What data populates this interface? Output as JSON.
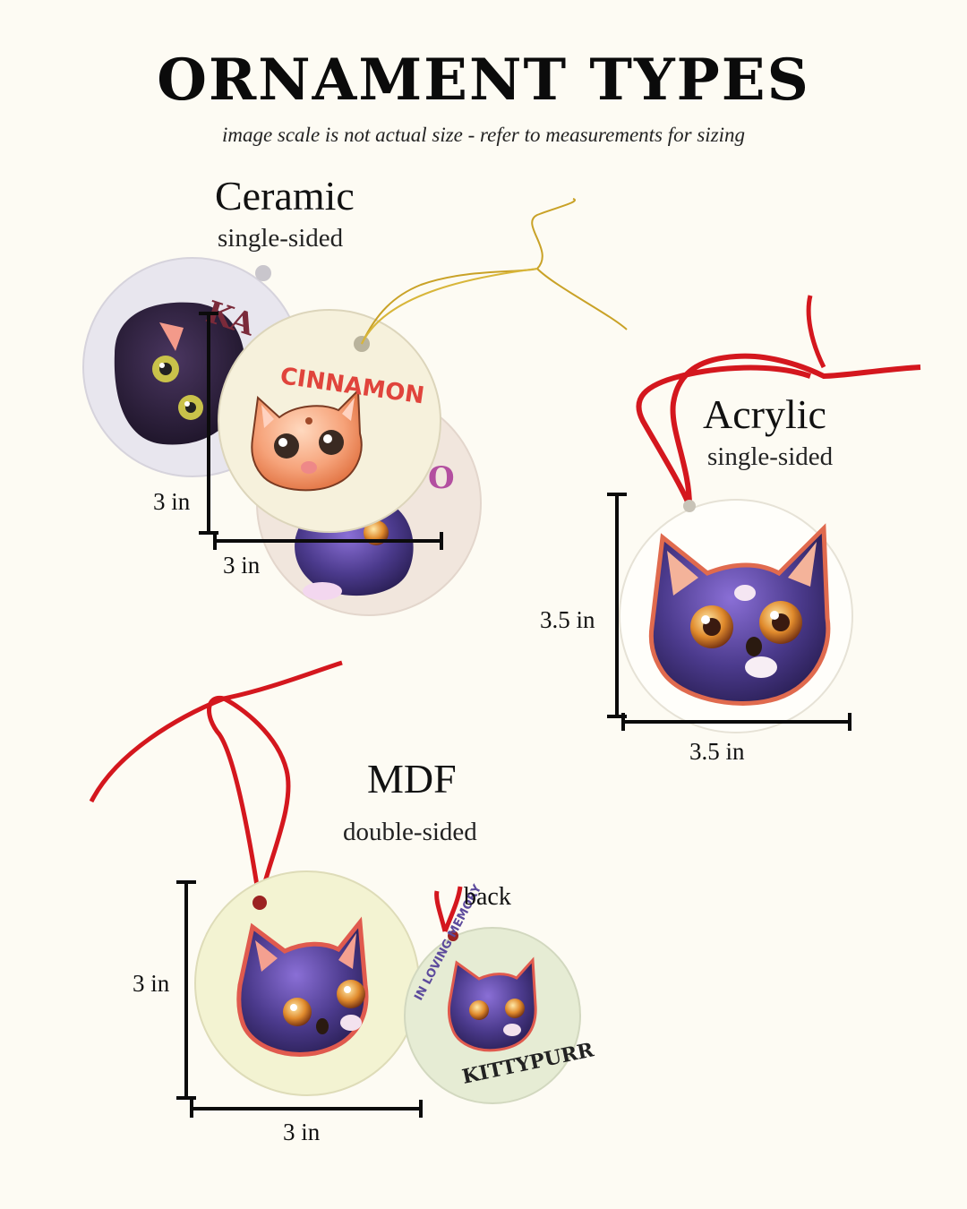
{
  "header": {
    "title": "ORNAMENT TYPES",
    "subtitle": "image scale is not actual size - refer to measurements for sizing"
  },
  "ceramic": {
    "name": "Ceramic",
    "sides": "single-sided",
    "height_label": "3 in",
    "width_label": "3 in",
    "front_text": "CINNAMON",
    "back_left_text": "KA",
    "back_right_text": "O"
  },
  "acrylic": {
    "name": "Acrylic",
    "sides": "single-sided",
    "height_label": "3.5 in",
    "width_label": "3.5 in"
  },
  "mdf": {
    "name": "MDF",
    "sides": "double-sided",
    "height_label": "3 in",
    "width_label": "3 in",
    "back_label": "back",
    "back_top_text": "IN LOVING MEMORY",
    "back_bottom_text": "KITTYPURR"
  },
  "colors": {
    "background": "#fdfbf3",
    "ribbon": "#d4171e",
    "gold_string": "#c9a227",
    "cat_purple": "#4b3a8c",
    "cat_orange": "#f08a5a",
    "text_red": "#e0443c"
  }
}
